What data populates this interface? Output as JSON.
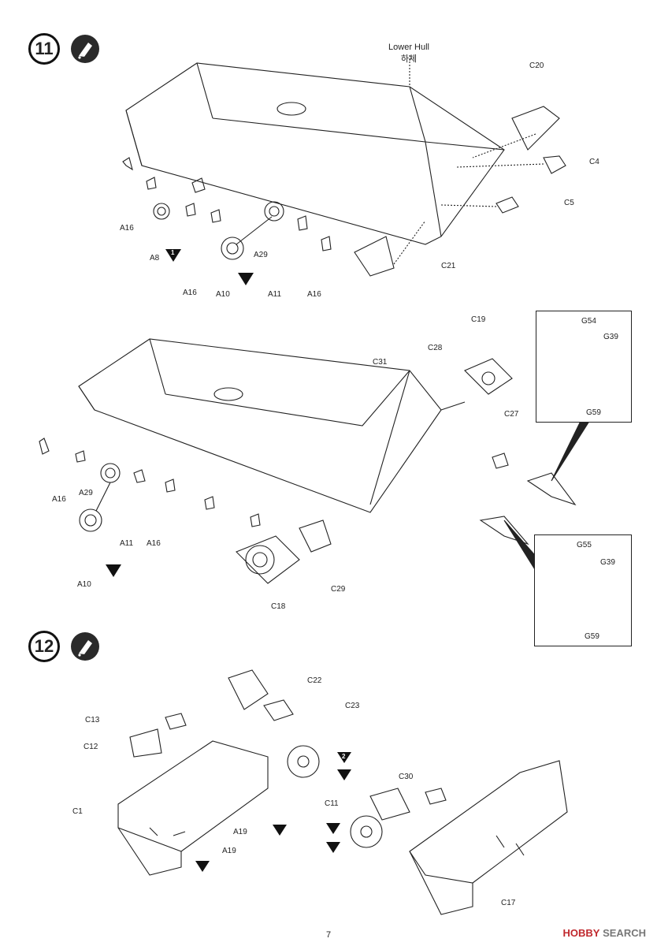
{
  "page_number": "7",
  "watermark": {
    "prefix": "HOBBY",
    "suffix": "SEARCH"
  },
  "steps": [
    {
      "number": "11"
    },
    {
      "number": "12"
    }
  ],
  "step11": {
    "hull_label_en": "Lower Hull",
    "hull_label_ko": "하체",
    "labels_top": [
      "C20",
      "C4",
      "C5",
      "C21",
      "A16",
      "A8",
      "A16",
      "A10",
      "A29",
      "A11",
      "A16"
    ],
    "labels_bottom": [
      "C19",
      "C28",
      "C31",
      "C27",
      "A16",
      "A29",
      "A11",
      "A16",
      "A10",
      "C18",
      "C29"
    ],
    "inset1": [
      "G54",
      "G39",
      "G59"
    ],
    "inset2": [
      "G55",
      "G39",
      "G59"
    ]
  },
  "step12": {
    "labels_left": [
      "C22",
      "C23",
      "C13",
      "C12",
      "C1",
      "A19",
      "A19"
    ],
    "labels_right": [
      "C30",
      "C11",
      "C17"
    ]
  },
  "arrow_markers": [
    "1",
    "2"
  ]
}
